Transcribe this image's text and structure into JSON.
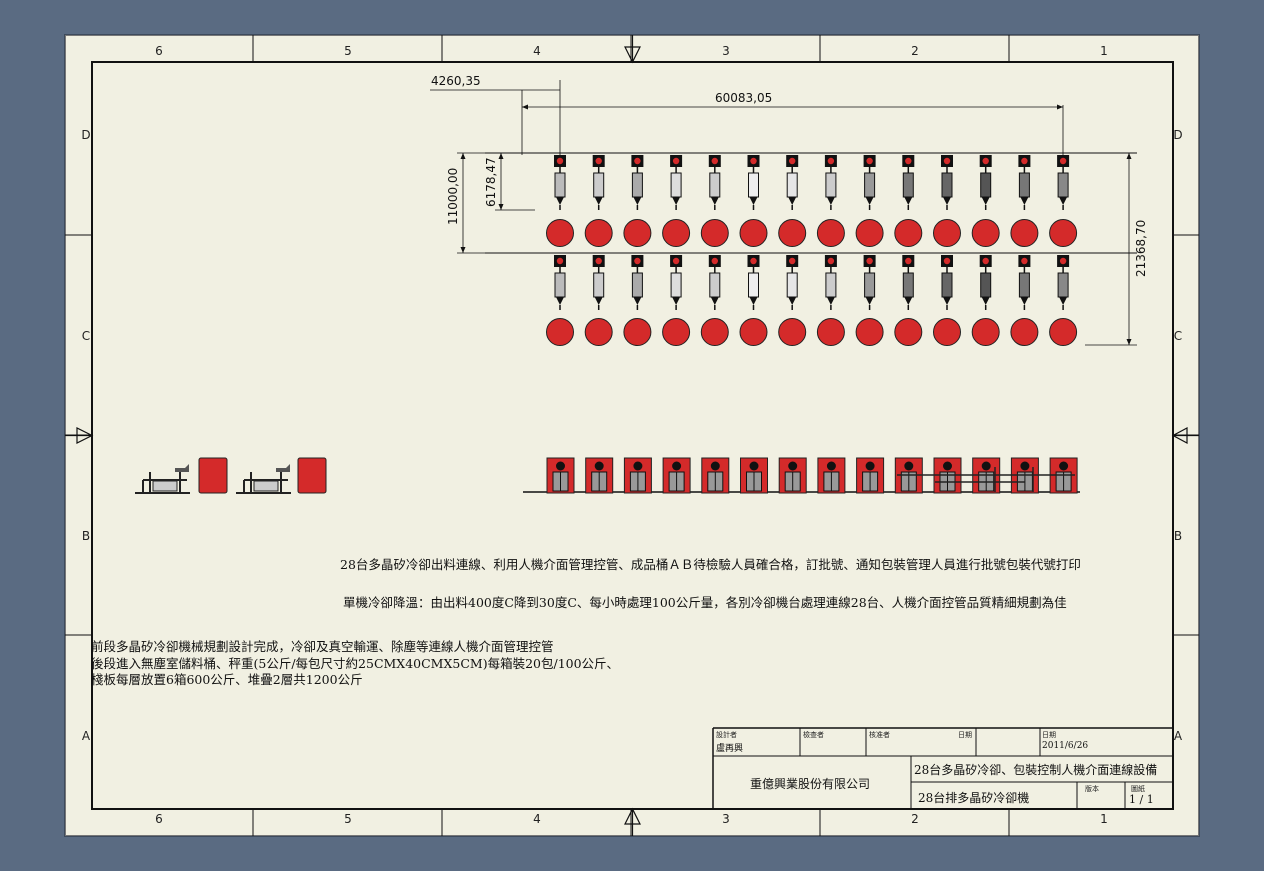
{
  "zones": {
    "columns": [
      "6",
      "5",
      "4",
      "3",
      "2",
      "1"
    ],
    "rows": [
      "D",
      "C",
      "B",
      "A"
    ]
  },
  "dimensions": {
    "d1": "4260,35",
    "d2": "60083,05",
    "d3": "6178,47",
    "d4": "11000,00",
    "d5": "21368,70"
  },
  "layout": {
    "machines_per_row": 14,
    "plan_rows": 2,
    "elevation_units": 14,
    "left_machines": 2
  },
  "colors": {
    "sheet": "#f1f0e2",
    "background": "#5a6b82",
    "tank_red": "#d42a2a",
    "line": "#111111"
  },
  "notes": {
    "line1": "28台多晶矽冷卻出料連線、利用人機介面管理控管、成品桶ＡＢ待檢驗人員確合格，訂批號、通知包裝管理人員進行批號包裝代號打印",
    "line2": "單機冷卻降溫：由出料400度C降到30度C、每小時處理100公斤量，各別冷卻機台處理連線28台、人機介面控管品質精細規劃為佳",
    "left": [
      "前段多晶矽冷卻機械規劃設計完成，冷卻及真空輸運、除塵等連線人機介面管理控管",
      "後段進入無塵室儲料桶、秤重(5公斤/每包尺寸約25CMX40CMX5CM)每箱裝20包/100公斤、",
      "棧板每層放置6箱600公斤、堆疊2層共1200公斤"
    ]
  },
  "title_block": {
    "designer_label": "設計者",
    "designer": "盧再興",
    "checker_label": "檢查者",
    "approver_label": "核准者",
    "approver_date_label": "日期",
    "date_label": "日期",
    "date": "2011/6/26",
    "company": "重億興業股份有限公司",
    "title": "28台多晶矽冷卻、包裝控制人機介面連線設備",
    "subtitle": "28台排多晶矽冷卻機",
    "version_label": "版本",
    "sheet_label": "圖紙",
    "sheet": "1 / 1"
  }
}
